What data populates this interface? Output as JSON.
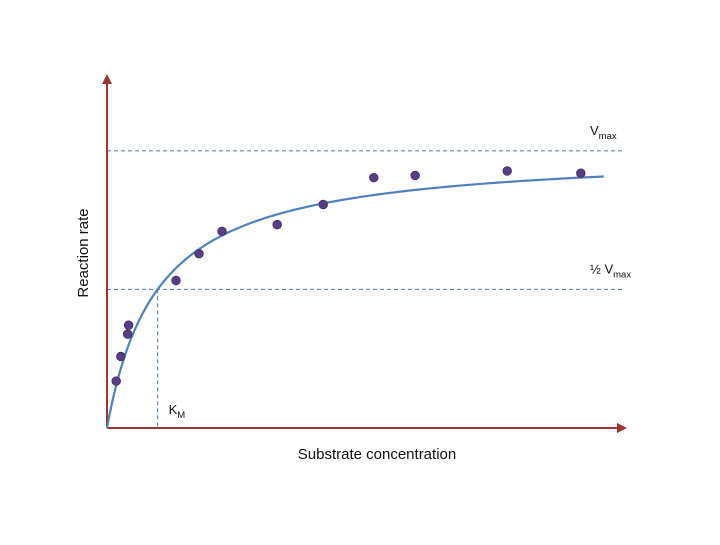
{
  "chart_data": {
    "type": "scatter",
    "xlabel": "Substrate concentration",
    "ylabel": "Reaction rate",
    "xlim": [
      0,
      11
    ],
    "ylim": [
      0,
      1.22
    ],
    "grid": false,
    "points": [
      {
        "x": 0.2,
        "y": 0.21
      },
      {
        "x": 0.3,
        "y": 0.32
      },
      {
        "x": 0.45,
        "y": 0.42
      },
      {
        "x": 0.47,
        "y": 0.46
      },
      {
        "x": 1.5,
        "y": 0.66
      },
      {
        "x": 2.0,
        "y": 0.78
      },
      {
        "x": 2.5,
        "y": 0.88
      },
      {
        "x": 3.7,
        "y": 0.91
      },
      {
        "x": 4.7,
        "y": 1.0
      },
      {
        "x": 5.8,
        "y": 1.12
      },
      {
        "x": 6.7,
        "y": 1.13
      },
      {
        "x": 8.7,
        "y": 1.15
      },
      {
        "x": 10.3,
        "y": 1.14
      }
    ],
    "fit_curve": {
      "model": "Michaelis-Menten",
      "vmax": 1.24,
      "km": 1.1,
      "x_max": 10.8
    },
    "reference_lines": [
      {
        "axis": "y",
        "value": 1.24,
        "label": "V",
        "subscript": "max"
      },
      {
        "axis": "y",
        "value": 0.62,
        "label": "½ V",
        "subscript": "max"
      },
      {
        "axis": "x",
        "value": 1.1,
        "label": "K",
        "subscript": "M"
      }
    ],
    "colors": {
      "axis": "#9e3430",
      "curve": "#4f81bd",
      "guide": "#5b86c4",
      "point_fill": "#5a3d86",
      "point_stroke": "#3e2a63"
    }
  }
}
